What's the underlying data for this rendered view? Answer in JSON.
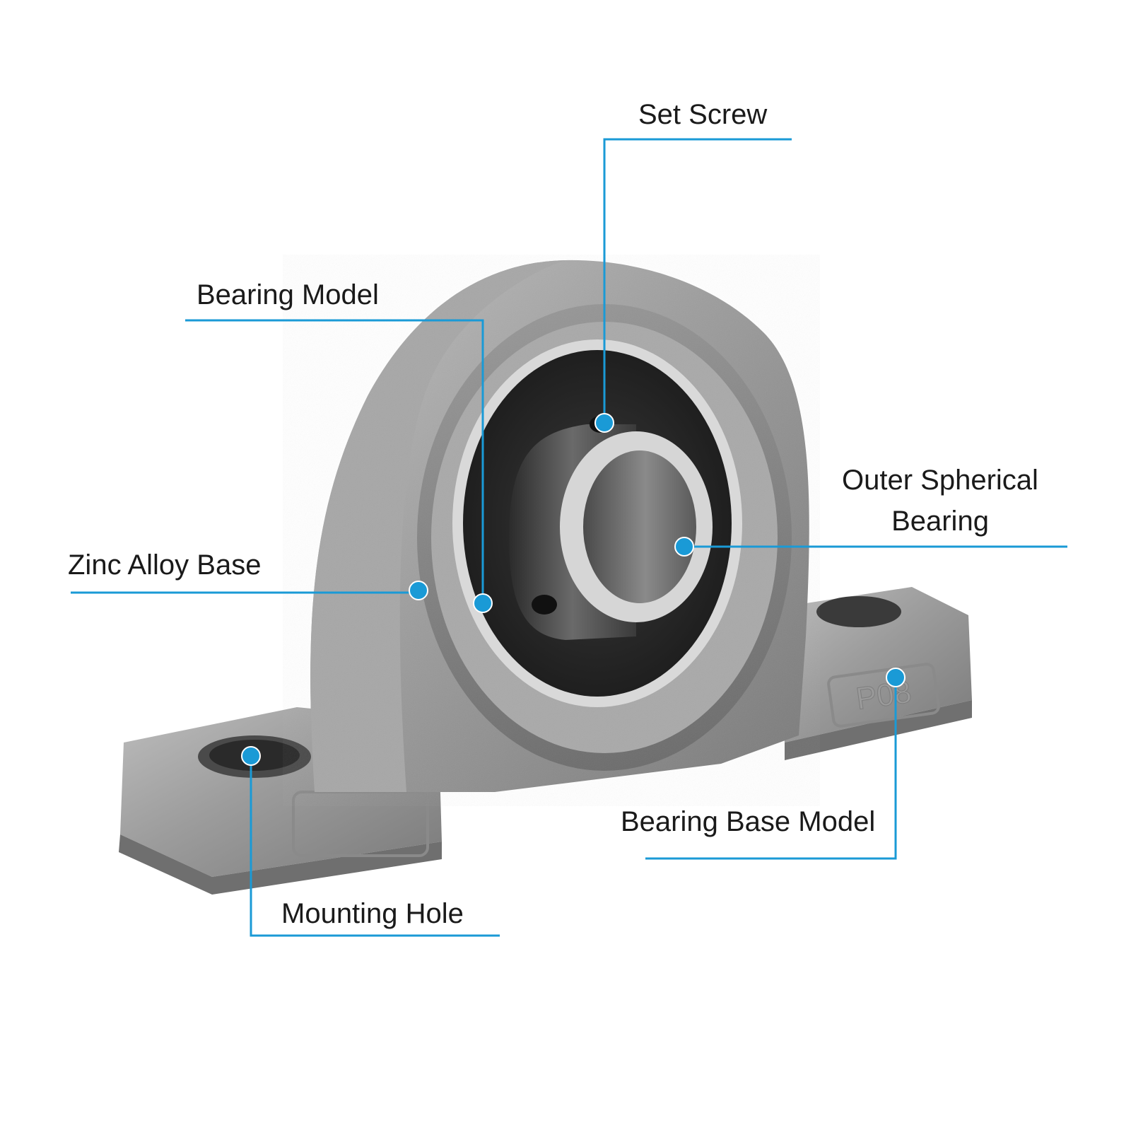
{
  "accent_color": "#1a9ad6",
  "product_stamp": "P08",
  "callouts": {
    "set_screw": "Set Screw",
    "bearing_model": "Bearing Model",
    "outer_spherical_bearing_line1": "Outer Spherical",
    "outer_spherical_bearing_line2": "Bearing",
    "zinc_alloy_base": "Zinc Alloy Base",
    "bearing_base_model": "Bearing Base Model",
    "mounting_hole": "Mounting Hole"
  }
}
